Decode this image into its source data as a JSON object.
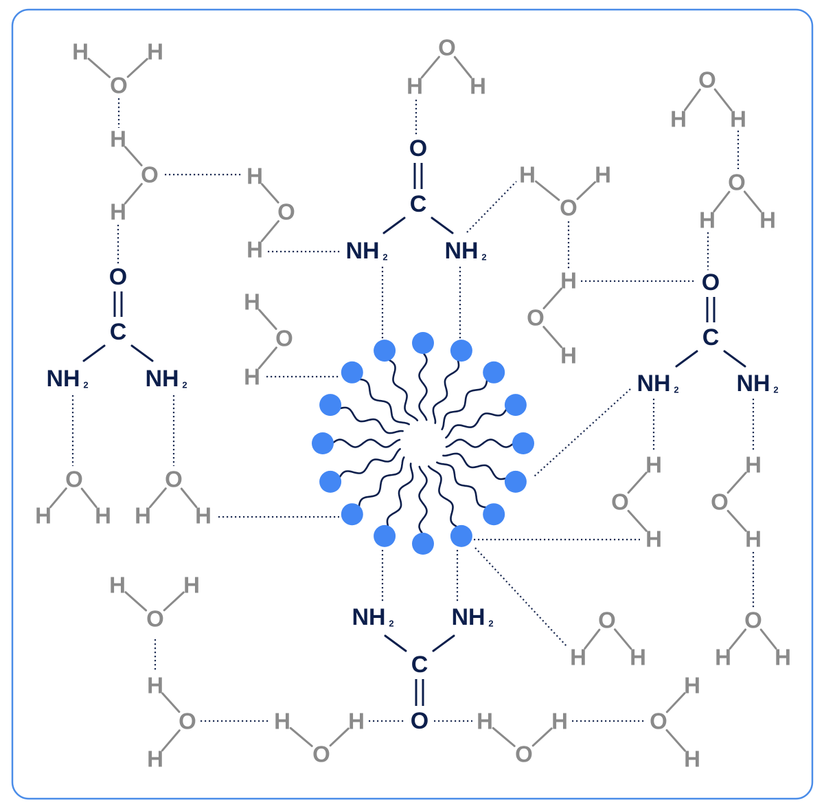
{
  "water_molecules": [
    {
      "atoms": [
        "H",
        "O",
        "H"
      ]
    },
    {
      "atoms": [
        "H",
        "O",
        "H"
      ]
    },
    {
      "atoms": [
        "H",
        "O",
        "H"
      ]
    },
    {
      "atoms": [
        "H",
        "O",
        "H"
      ]
    },
    {
      "atoms": [
        "H",
        "O",
        "H"
      ]
    },
    {
      "atoms": [
        "H",
        "O",
        "H"
      ]
    },
    {
      "atoms": [
        "H",
        "O",
        "H"
      ]
    },
    {
      "atoms": [
        "H",
        "O",
        "H"
      ]
    },
    {
      "atoms": [
        "H",
        "O",
        "H"
      ]
    },
    {
      "atoms": [
        "H",
        "O",
        "H"
      ]
    },
    {
      "atoms": [
        "H",
        "O",
        "H"
      ]
    },
    {
      "atoms": [
        "H",
        "O",
        "H"
      ]
    },
    {
      "atoms": [
        "H",
        "O",
        "H"
      ]
    },
    {
      "atoms": [
        "H",
        "O",
        "H"
      ]
    },
    {
      "atoms": [
        "H",
        "O",
        "H"
      ]
    },
    {
      "atoms": [
        "H",
        "O",
        "H"
      ]
    },
    {
      "atoms": [
        "H",
        "O",
        "H"
      ]
    },
    {
      "atoms": [
        "H",
        "O",
        "H"
      ]
    },
    {
      "atoms": [
        "H",
        "O",
        "H"
      ]
    },
    {
      "atoms": [
        "H",
        "O",
        "H"
      ]
    }
  ],
  "urea_molecules": [
    {
      "oxygen": "O",
      "carbon": "C",
      "amines": [
        {
          "text": "NH",
          "subscript": "2"
        },
        {
          "text": "NH",
          "subscript": "2"
        }
      ]
    },
    {
      "oxygen": "O",
      "carbon": "C",
      "amines": [
        {
          "text": "NH",
          "subscript": "2"
        },
        {
          "text": "NH",
          "subscript": "2"
        }
      ]
    },
    {
      "oxygen": "O",
      "carbon": "C",
      "amines": [
        {
          "text": "NH",
          "subscript": "2"
        },
        {
          "text": "NH",
          "subscript": "2"
        }
      ]
    },
    {
      "oxygen": "O",
      "carbon": "C",
      "amines": [
        {
          "text": "NH",
          "subscript": "2"
        },
        {
          "text": "NH",
          "subscript": "2"
        }
      ]
    }
  ],
  "micelle": {
    "head_count": 16
  },
  "colors": {
    "water": "#8a8a8a",
    "urea": "#0d1f4c",
    "micelle_head": "#4387f4",
    "micelle_tail": "#0d1f4c",
    "hydrogen_bond": "#1c2b52",
    "border": "#4a8ce8"
  }
}
